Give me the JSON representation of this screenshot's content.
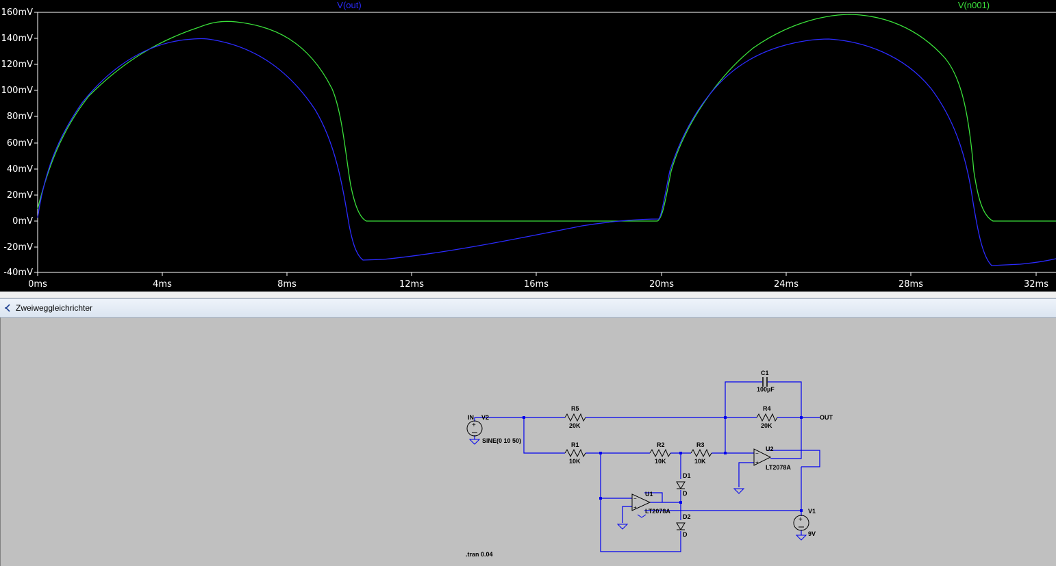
{
  "plot": {
    "traces": [
      {
        "name": "V(out)",
        "color": "#2b2bff"
      },
      {
        "name": "V(n001)",
        "color": "#3ae03a"
      }
    ],
    "y_ticks": [
      "160mV",
      "140mV",
      "120mV",
      "100mV",
      "80mV",
      "60mV",
      "40mV",
      "20mV",
      "0mV",
      "-20mV",
      "-40mV"
    ],
    "x_ticks": [
      "0ms",
      "4ms",
      "8ms",
      "12ms",
      "16ms",
      "20ms",
      "24ms",
      "28ms",
      "32ms"
    ]
  },
  "schematic": {
    "window_title": "Zweiweggleichrichter",
    "labels": {
      "in": "IN",
      "v2": "V2",
      "v2_value": "SINE(0 10 50)",
      "r5": "R5",
      "r5_value": "20K",
      "r4": "R4",
      "r4_value": "20K",
      "c1": "C1",
      "c1_value": "100µF",
      "r1": "R1",
      "r1_value": "10K",
      "r2": "R2",
      "r2_value": "10K",
      "r3": "R3",
      "r3_value": "10K",
      "u1": "U1",
      "u1_value": "LT2078A",
      "u2": "U2",
      "u2_value": "LT2078A",
      "d1": "D1",
      "d1_value": "D",
      "d2": "D2",
      "d2_value": "D",
      "v1": "V1",
      "v1_value": "9V",
      "out": "OUT",
      "directive": ".tran 0.04"
    }
  },
  "colors": {
    "wire": "#0000ee",
    "schematic_bg": "#c0c0c0",
    "plot_bg": "#000000"
  }
}
